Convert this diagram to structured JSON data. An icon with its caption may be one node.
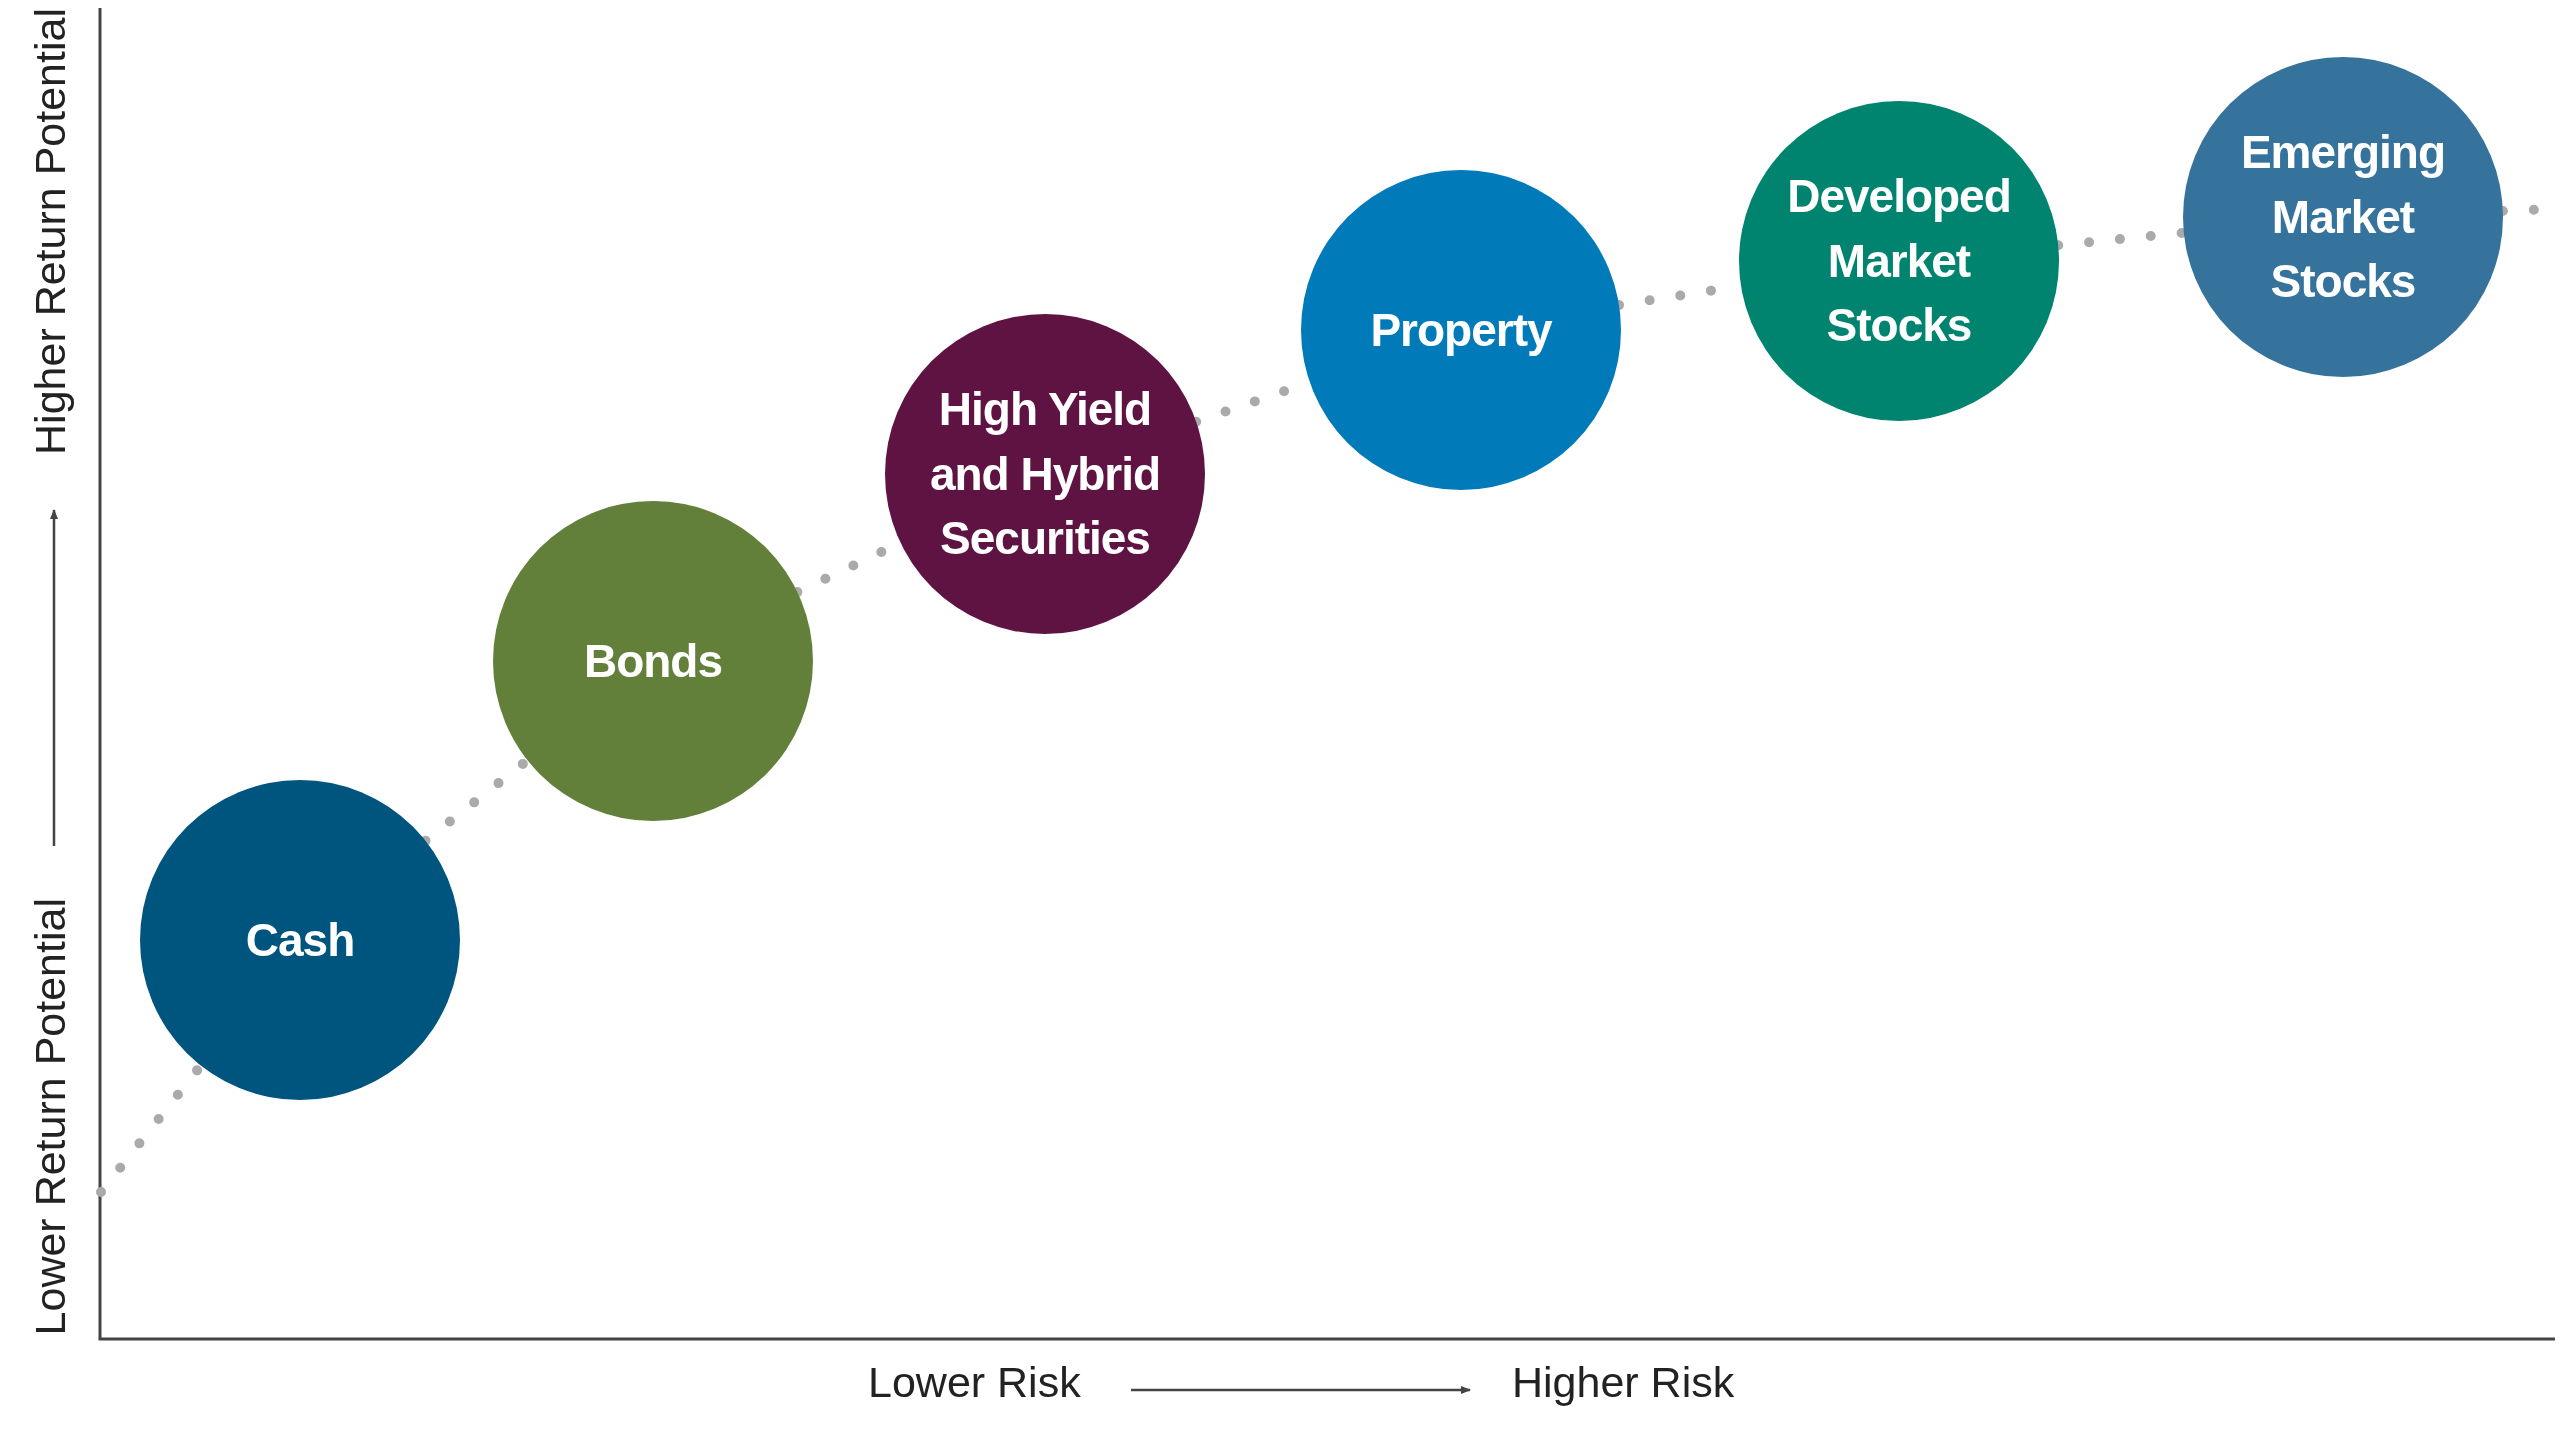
{
  "diagram": {
    "nodes": [
      {
        "text": [
          "Cash"
        ]
      },
      {
        "text": [
          "Bonds"
        ]
      },
      {
        "text": [
          "High Yield and Hybrid Securities"
        ]
      },
      {
        "text": [
          "Property"
        ]
      },
      {
        "text": [
          "Developed Market Stocks"
        ]
      },
      {
        "text": [
          "Emerging Market Stocks"
        ]
      }
    ],
    "edges": [
      {
        "from": null,
        "to": 0,
        "arrow": "none",
        "style": "dashed"
      },
      {
        "from": 0,
        "to": 1,
        "arrow": "none",
        "style": "dashed"
      },
      {
        "from": 1,
        "to": 2,
        "arrow": "none",
        "style": "dashed"
      },
      {
        "from": 2,
        "to": 3,
        "arrow": "none",
        "style": "dashed"
      },
      {
        "from": 3,
        "to": 4,
        "arrow": "none",
        "style": "dashed"
      },
      {
        "from": 4,
        "to": 5,
        "arrow": "none",
        "style": "dashed"
      },
      {
        "from": 5,
        "to": null,
        "arrow": "none",
        "style": "dashed"
      }
    ],
    "labels": [
      "Higher Return Potential",
      "Lower Return Potential",
      "Lower Risk",
      "Higher Risk"
    ]
  }
}
